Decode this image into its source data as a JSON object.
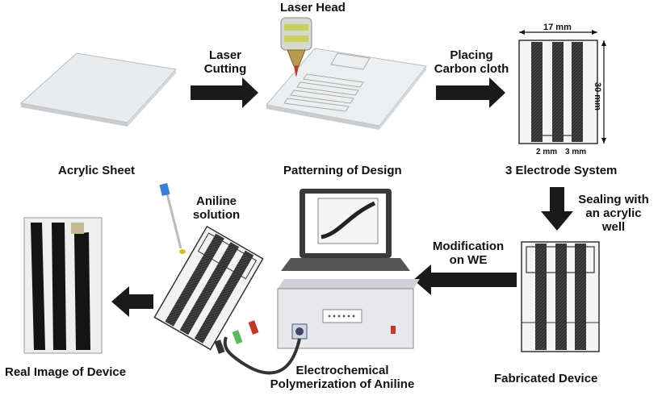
{
  "labels": {
    "laser_head": "Laser Head",
    "laser_cutting": [
      "Laser",
      "Cutting"
    ],
    "placing_carbon": [
      "Placing",
      "Carbon cloth"
    ],
    "acrylic_sheet": "Acrylic Sheet",
    "patterning": "Patterning of Design",
    "three_electrode": "3 Electrode System",
    "sealing": [
      "Sealing with",
      "an acrylic",
      "well"
    ],
    "aniline_solution": [
      "Aniline",
      "solution"
    ],
    "modification": [
      "Modification",
      "on WE"
    ],
    "real_image": "Real Image of Device",
    "electrochem": [
      "Electrochemical",
      "Polymerization of Aniline"
    ],
    "fabricated": "Fabricated Device"
  },
  "dimensions": {
    "width": "17 mm",
    "height": "30 mm",
    "gap1": "2 mm",
    "gap2": "3 mm"
  },
  "colors": {
    "arrow": "#1a1a1a",
    "electrode": "#2b2b2b",
    "acrylic": "#e6e8ea",
    "instrument": "#e8e8ec",
    "laptop": "#3a3a3a"
  }
}
